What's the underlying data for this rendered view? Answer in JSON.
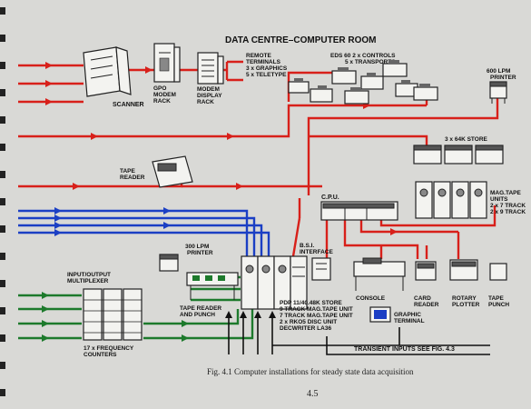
{
  "diagram": {
    "title": "DATA CENTRE–COMPUTER ROOM",
    "labels": {
      "remote_terminals": [
        "REMOTE",
        "TERMINALS",
        "3 x GRAPHICS",
        "5 x TELETYPE"
      ],
      "eds60": [
        "EDS 60  2 x CONTROLS",
        "5 x TRANSPORTS"
      ],
      "lpm600": [
        "600 LPM",
        "PRINTER"
      ],
      "scanner": "SCANNER",
      "gpo_modem": [
        "GPO",
        "MODEM",
        "RACK"
      ],
      "modem_display": [
        "MODEM",
        "DISPLAY",
        "RACK"
      ],
      "store64k": "3 x 64K STORE",
      "tape_reader": [
        "TAPE",
        "READER"
      ],
      "cpu": "C.P.U.",
      "magtape": [
        "MAG.TAPE",
        "UNITS",
        "2 x 7 TRACK",
        "2 x 9 TRACK"
      ],
      "lpm300": [
        "300 LPM",
        "PRINTER"
      ],
      "bsi": [
        "B.S.I.",
        "INTERFACE"
      ],
      "io_mux": [
        "INPUT/OUTPUT",
        "MULTIPLEXER"
      ],
      "tape_reader_punch": [
        "TAPE READER",
        "AND PUNCH"
      ],
      "console": "CONSOLE",
      "card_reader": [
        "CARD",
        "READER"
      ],
      "rotary_plotter": [
        "ROTARY",
        "PLOTTER"
      ],
      "tape_punch": [
        "TAPE",
        "PUNCH"
      ],
      "pdp": [
        "PDP 11/40.48K STORE",
        "9 TRACK MAG.TAPE UNIT",
        "7 TRACK MAG.TAPE UNIT",
        "2 x RKO5 DISC UNIT",
        "DECWRITER  LA36"
      ],
      "graphic_terminal": [
        "GRAPHIC",
        "TERMINAL"
      ],
      "freq_counters": [
        "17 x FREQUENCY",
        "COUNTERS"
      ],
      "transient": "TRANSIENT INPUTS SEE FIG. 4.3"
    },
    "colors": {
      "red": "#d8201a",
      "blue": "#1b3fc4",
      "green": "#1d7a2c"
    }
  },
  "caption": "Fig. 4.1   Computer installations for steady state data acquisition",
  "page_number": "4.5"
}
